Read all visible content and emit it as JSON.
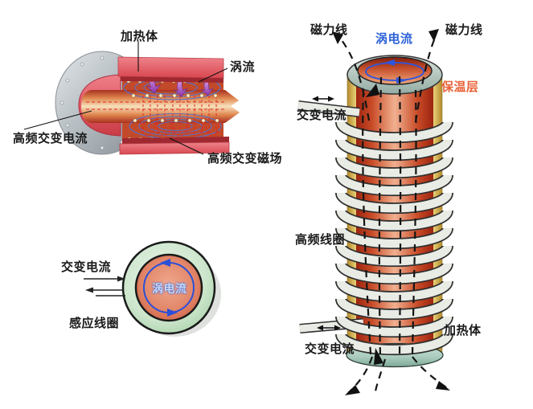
{
  "cutaway_diagram": {
    "labels": {
      "heating_body": "加热体",
      "eddy_current": "涡流",
      "hf_alternating_current": "高频交变电流",
      "hf_alternating_magnetic_field": "高频交变磁场"
    }
  },
  "cross_section_diagram": {
    "labels": {
      "alternating_current": "交变电流",
      "eddy_current": "涡电流",
      "induction_coil": "感应线圈"
    }
  },
  "coil_diagram": {
    "labels": {
      "magnetic_field_line_left": "磁力线",
      "magnetic_field_line_right": "磁力线",
      "eddy_current": "涡电流",
      "insulation_layer": "保温层",
      "alternating_current_top": "交变电流",
      "high_frequency_coil": "高频线圈",
      "heating_body": "加热体",
      "alternating_current_bottom": "交变电流"
    }
  },
  "colors": {
    "background": "#ffffff",
    "label_text": "#1a1a1a",
    "eddy_current_blue": "#2e63d8",
    "eddy_current_core_text": "#c9dcf4",
    "insulation_label_orange": "#e8633a",
    "field_line_black": "#111111",
    "shell_pink": "#e4626e",
    "cavity_red": "#c24a2a",
    "coil_ring_green": "#aed2ae",
    "heated_core_red": "#d8603e",
    "insulation_yellow": "#f0dc8e",
    "coil_tube_white": "#e9ebe5",
    "purple_arrow": "#9a4ab0",
    "magnetic_loop_blue": "#5570cc",
    "eddy_dash_red": "#e0281e"
  }
}
